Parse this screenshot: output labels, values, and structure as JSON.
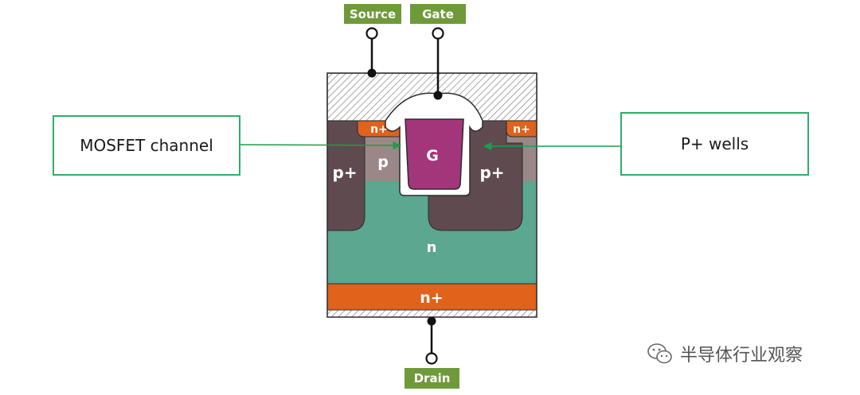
{
  "terminals": {
    "source": "Source",
    "gate": "Gate",
    "drain": "Drain"
  },
  "regions": {
    "gate": "G",
    "p_plus_left": "p+",
    "p_plus_right": "p+",
    "p": "p",
    "n_plus_left": "n+",
    "n_plus_right": "n+",
    "n_drift": "n",
    "n_plus_substrate": "n+"
  },
  "callouts": {
    "channel": "MOSFET channel",
    "wells": "P+ wells"
  },
  "watermark": "半导体行业观察",
  "colors": {
    "p_plus": "#5e4a4f",
    "p": "#9a8888",
    "n_drift": "#5ba78f",
    "n_plus": "#e0621b",
    "gate_fill": "#a3367a",
    "label_bg": "#6f9a3a",
    "callout_border": "#2fae6a",
    "arrow": "#1e9c4a"
  }
}
